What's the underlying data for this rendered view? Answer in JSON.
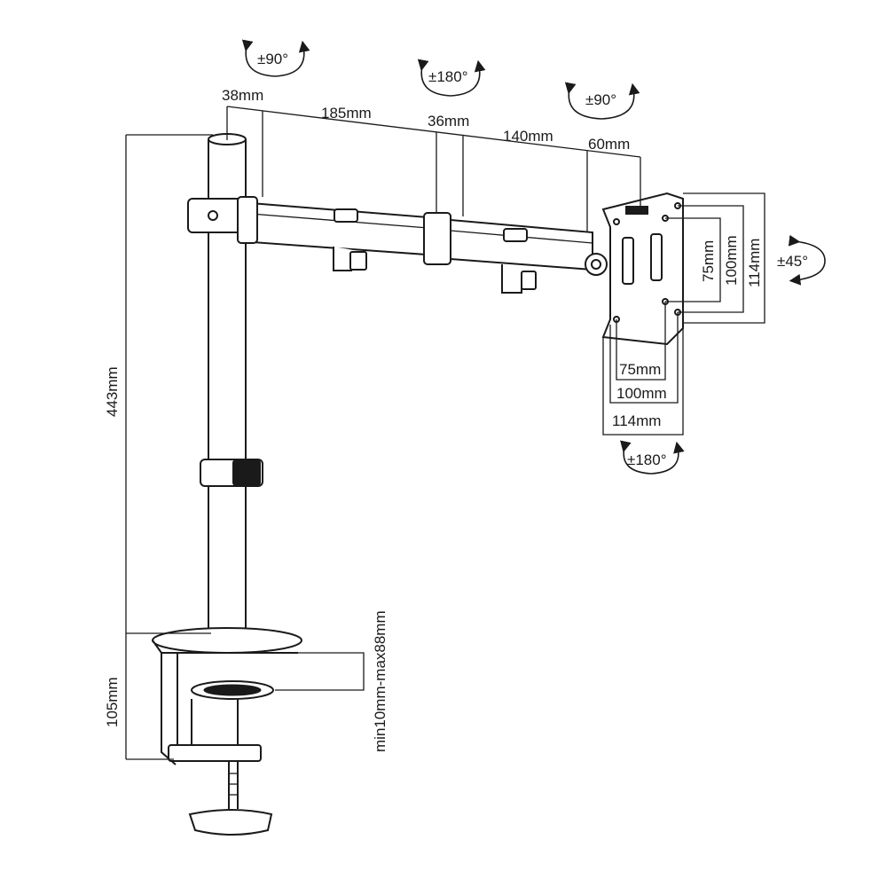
{
  "rotations": {
    "arm_joint": "±90°",
    "middle_joint": "±180°",
    "head_joint": "±90°",
    "tilt": "±45°",
    "plate_rotation": "±180°"
  },
  "dimensions": {
    "seg_38": "38mm",
    "seg_185": "185mm",
    "seg_36": "36mm",
    "seg_140": "140mm",
    "seg_60": "60mm",
    "pole_height": "443mm",
    "clamp_height": "105mm",
    "desk_thickness": "min10mm-max88mm",
    "vesa_v75": "75mm",
    "vesa_v100": "100mm",
    "vesa_v114": "114mm",
    "vesa_h75": "75mm",
    "vesa_h100": "100mm",
    "vesa_h114": "114mm"
  }
}
